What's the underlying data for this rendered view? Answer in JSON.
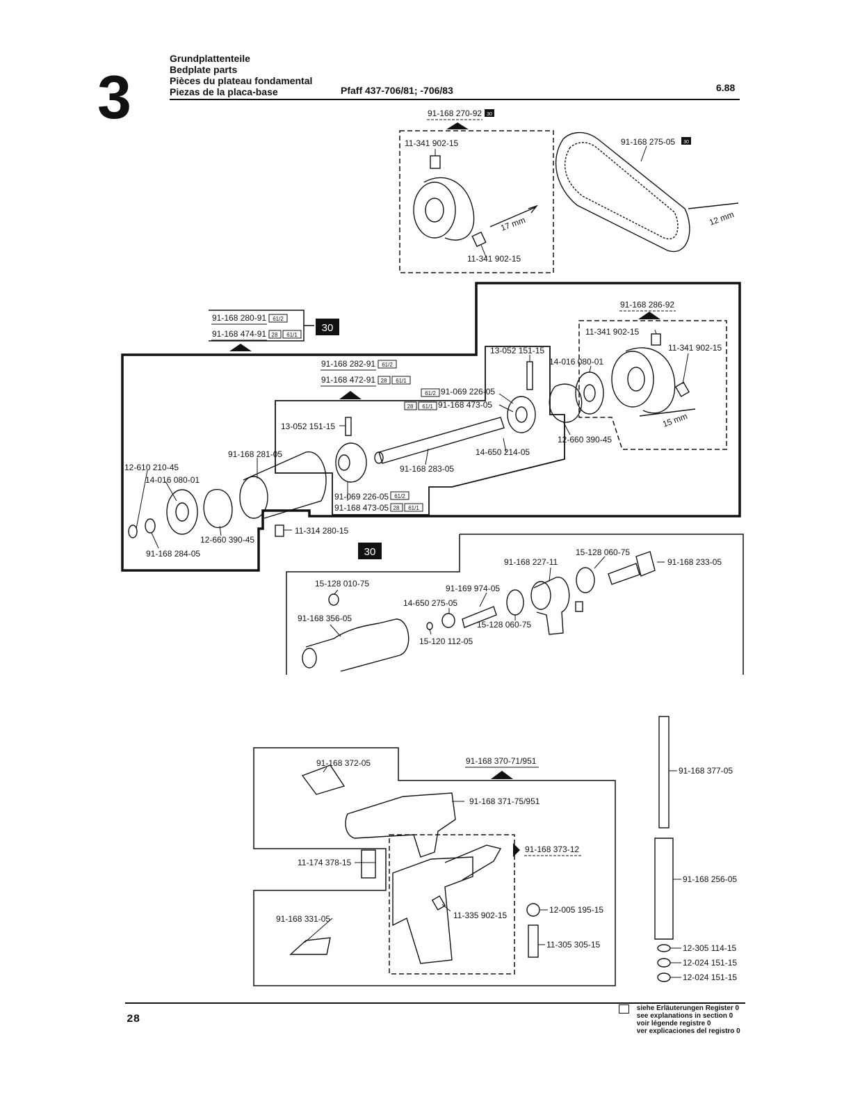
{
  "header": {
    "section_number": "3",
    "titles": [
      "Grundplattenteile",
      "Bedplate parts",
      "Pièces du plateau fondamental",
      "Piezas de la placa-base"
    ],
    "model": "Pfaff 437-706/81; -706/83",
    "date": "6.88"
  },
  "footer": {
    "page_number": "28",
    "legend_lines": [
      "siehe Erläuterungen Register 0",
      "see explanations in section 0",
      "voir légende registre 0",
      "ver explicaciones del registro 0"
    ]
  },
  "assembly_refs": {
    "a1": "91-168 270-92",
    "a2": "91-168 280-91",
    "a3": "91-168 474-91",
    "a4": "91-168 282-91",
    "a5": "91-168 472-91",
    "a6": "91-168 286-92",
    "a7": "91-168 370-71/951",
    "a8": "91-168 373-12"
  },
  "badges": {
    "b30": "30",
    "b612": "61/2",
    "b611": "61/1",
    "b28": "28"
  },
  "dimensions": {
    "d17": "17 mm",
    "d12": "12 mm",
    "d15": "15 mm"
  },
  "parts": {
    "p1": "11-341 902-15",
    "p2": "11-341 902-15",
    "p3": "91-168 275-05",
    "p4": "11-341 902-15",
    "p5": "11-341 902-15",
    "p6": "13-052 151-15",
    "p7": "14-016 080-01",
    "p8": "91-069 226-05",
    "p9": "91-168 473-05",
    "p10": "13-052 151-15",
    "p11": "91-168 281-05",
    "p12": "12-610 210-45",
    "p13": "14-016 080-01",
    "p14": "91-168 283-05",
    "p15": "14-650 214-05",
    "p16": "12-660 390-45",
    "p17": "91-069 226-05",
    "p18": "91-168 473-05",
    "p19": "12-660 390-45",
    "p20": "91-168 284-05",
    "p21": "11-314 280-15",
    "p22": "15-128 060-75",
    "p23": "91-168 227-11",
    "p24": "91-168 233-05",
    "p25": "15-128 010-75",
    "p26": "91-169 974-05",
    "p27": "14-650 275-05",
    "p28": "91-168 356-05",
    "p29": "15-128 060-75",
    "p30": "15-120 112-05",
    "p31": "91-168 372-05",
    "p32": "91-168 371-75/951",
    "p33": "11-174 378-15",
    "p34": "11-335 902-15",
    "p35": "12-005 195-15",
    "p36": "91-168 331-05",
    "p37": "11-305 305-15",
    "p38": "91-168 377-05",
    "p39": "91-168 256-05",
    "p40": "12-305 114-15",
    "p41": "12-024 151-15",
    "p42": "12-024 151-15"
  }
}
